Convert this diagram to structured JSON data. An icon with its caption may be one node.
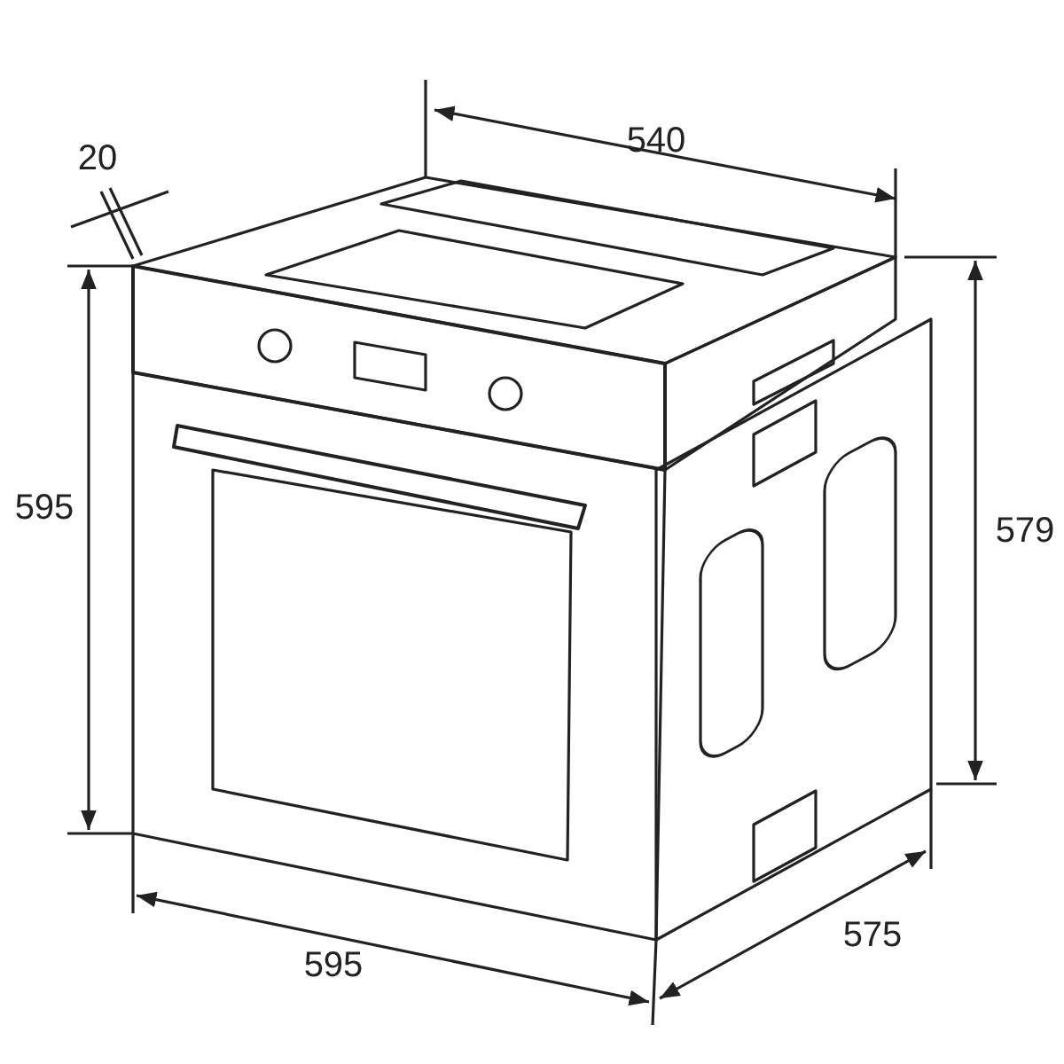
{
  "diagram": {
    "labels": [
      "20",
      "540",
      "595",
      "579",
      "595",
      "575"
    ]
  }
}
